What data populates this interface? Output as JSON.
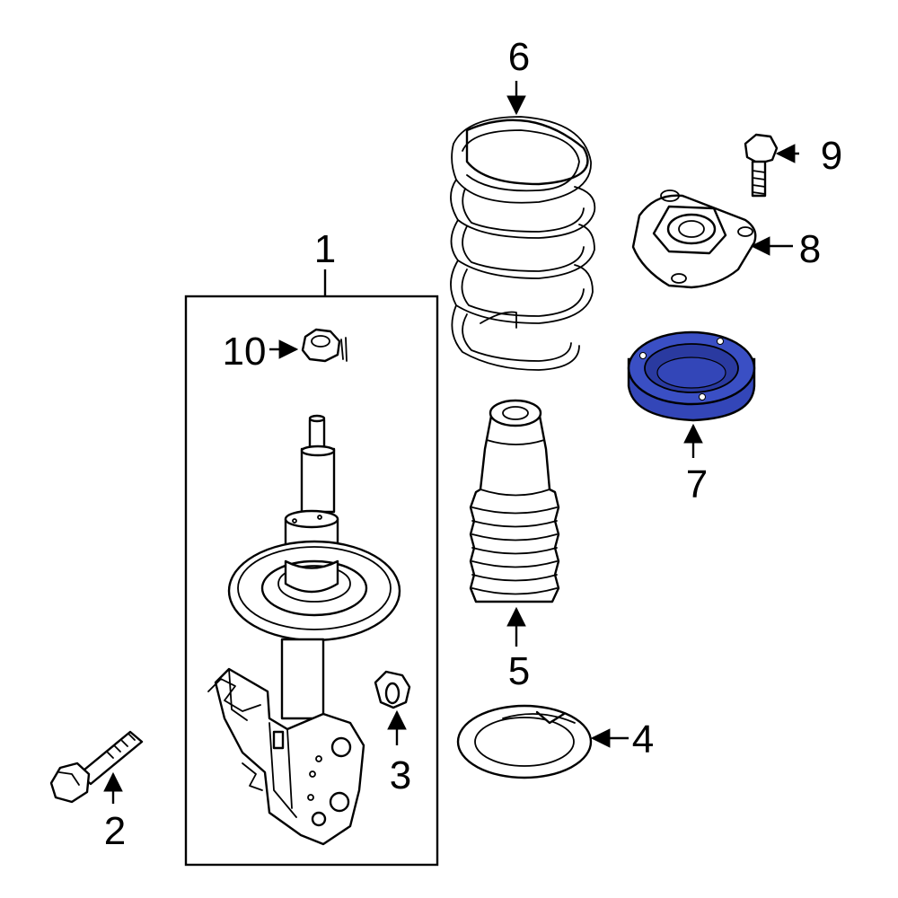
{
  "callouts": {
    "c1": "1",
    "c2": "2",
    "c3": "3",
    "c4": "4",
    "c5": "5",
    "c6": "6",
    "c7": "7",
    "c8": "8",
    "c9": "9",
    "c10": "10"
  },
  "colors": {
    "highlight": "#3346b8",
    "line": "#000000",
    "background": "#ffffff"
  }
}
